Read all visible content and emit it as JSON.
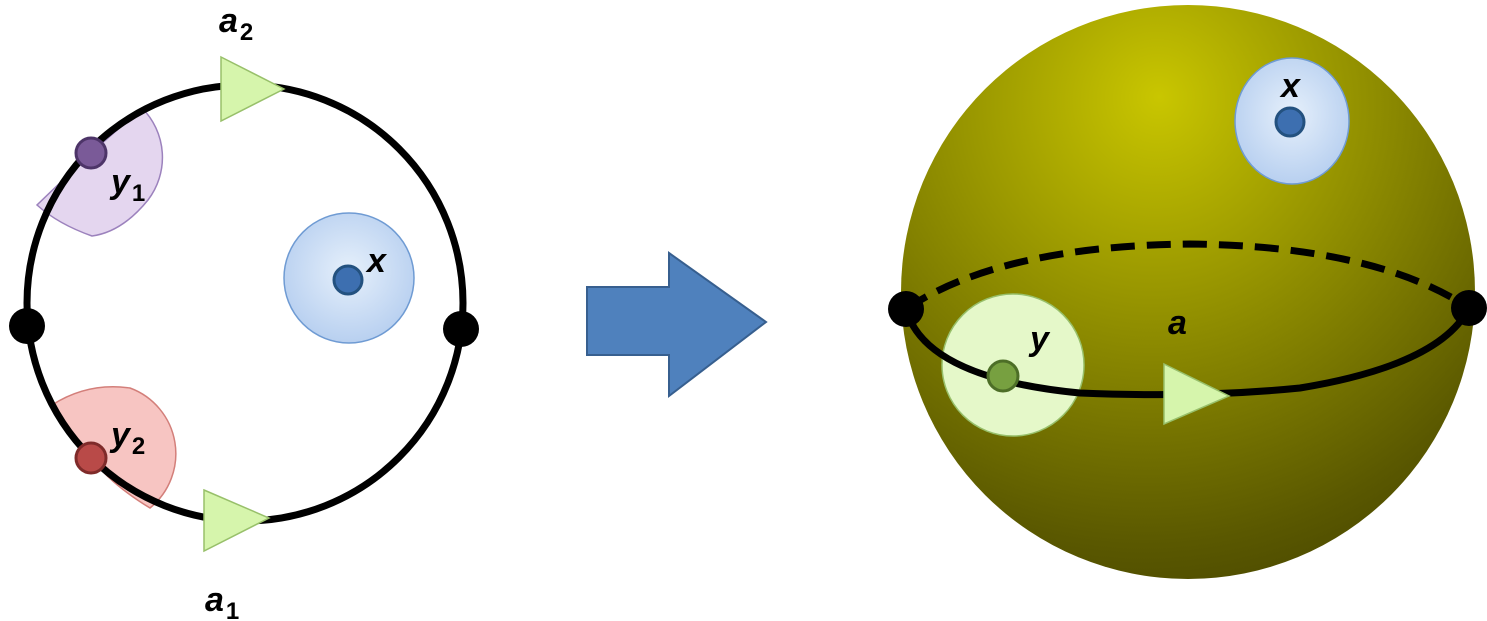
{
  "left": {
    "top_arrow_label": {
      "main": "a",
      "sub": "2"
    },
    "bottom_arrow_label": {
      "main": "a",
      "sub": "1"
    },
    "upper_point_label": {
      "main": "y",
      "sub": "1"
    },
    "lower_point_label": {
      "main": "y",
      "sub": "2"
    },
    "center_point_label": "x"
  },
  "right": {
    "top_point_label": "x",
    "equator_point_label": "y",
    "equator_arrow_label": "a"
  },
  "colors": {
    "stroke": "#000000",
    "blue_disk": "#c6dbf5",
    "blue_disk_edge": "#6f9bd3",
    "blue_dot": "#3d6fb0",
    "green_arrow": "#d6f5ac",
    "green_arrow_edge": "#98c06a",
    "purple_wedge": "#e4d6ef",
    "purple_dot": "#7a5a98",
    "red_wedge": "#f7c5c2",
    "red_dot": "#b94a48",
    "transform_arrow": "#4f81bd",
    "sphere_light": "#c2c000",
    "sphere_dark": "#4f4d00",
    "green_disk": "#e5f8c9",
    "green_dot": "#77a040"
  }
}
